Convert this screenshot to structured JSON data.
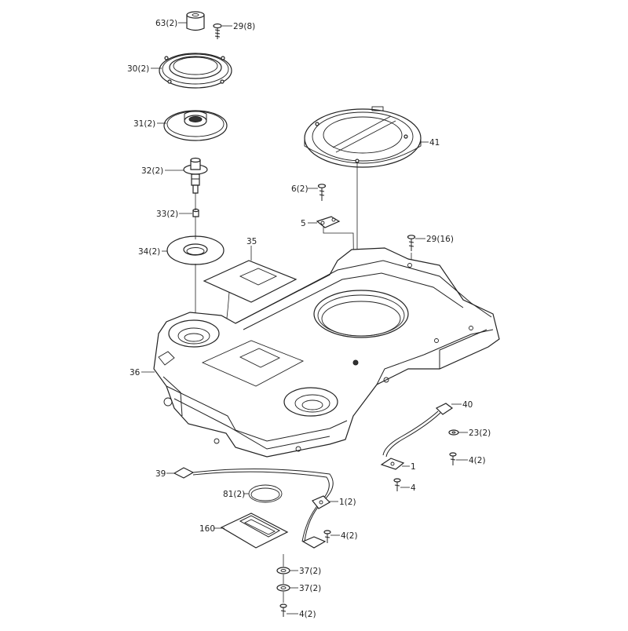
{
  "diagram": {
    "labels": {
      "p63": "63(2)",
      "p29a": "29(8)",
      "p30": "30(2)",
      "p31": "31(2)",
      "p32": "32(2)",
      "p33": "33(2)",
      "p34": "34(2)",
      "p35": "35",
      "p36": "36",
      "p41": "41",
      "p6": "6(2)",
      "p5": "5",
      "p29b": "29(16)",
      "p40": "40",
      "p23": "23(2)",
      "p4a": "4(2)",
      "p1a": "1",
      "p4b": "4",
      "p39": "39",
      "p81": "81(2)",
      "p1b": "1(2)",
      "p160": "160",
      "p4c": "4(2)",
      "p37a": "37(2)",
      "p37b": "37(2)",
      "p4d": "4(2)"
    }
  }
}
